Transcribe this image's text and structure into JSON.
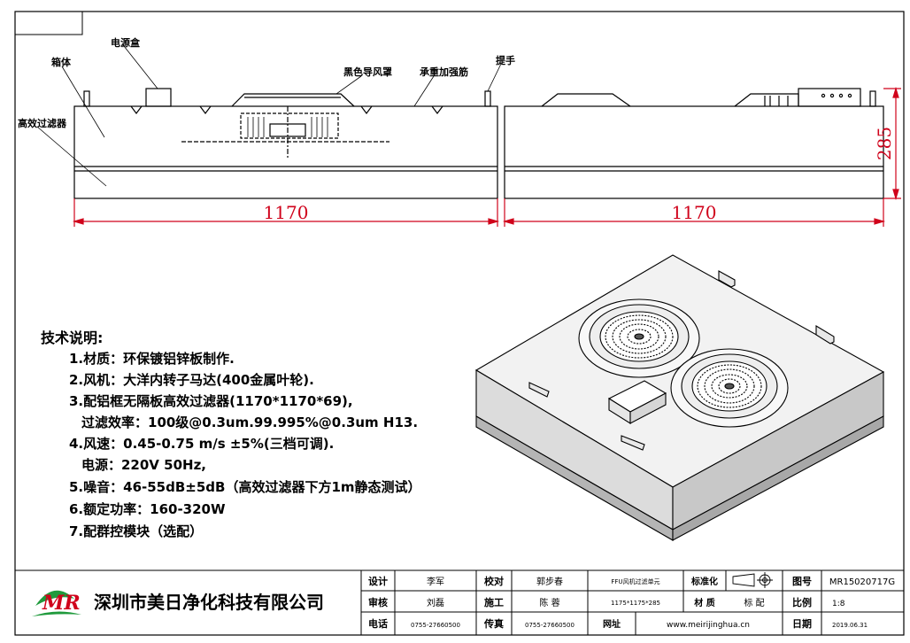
{
  "callouts": {
    "power_box": "电源盒",
    "cabinet": "箱体",
    "black_hood": "黑色导风罩",
    "reinforcement": "承重加强筋",
    "handle": "提手",
    "hepa": "高效过滤器"
  },
  "dimensions": {
    "width_left": "1170",
    "width_right": "1170",
    "height": "285"
  },
  "spec": {
    "heading": "技术说明:",
    "lines": [
      "1.材质：环保镀铝锌板制作.",
      "2.风机：大洋内转子马达(400金属叶轮).",
      "3.配铝框无隔板高效过滤器(1170*1170*69),",
      "过滤效率：100级@0.3um.99.995%@0.3um H13.",
      "4.风速：0.45-0.75 m/s ±5%(三档可调).",
      "电源：220V 50Hz,",
      "5.噪音：46-55dB±5dB（高效过滤器下方1m静态测试）",
      "6.额定功率：160-320W",
      "7.配群控模块（选配）"
    ]
  },
  "title_block": {
    "company": "深圳市美日净化科技有限公司",
    "logo_letters": "MR",
    "design_label": "设计",
    "design_value": "李军",
    "check_label": "校对",
    "check_value": "郭步春",
    "product_name": "FFU风机过滤单元",
    "standard_label": "标准化",
    "drawing_no_label": "图号",
    "drawing_no_value": "MR15020717G",
    "review_label": "审核",
    "review_value": "刘磊",
    "construct_label": "施工",
    "construct_value": "陈 蓉",
    "size_value": "1175*1175*285",
    "material_label": "材 质",
    "material_value": "标 配",
    "scale_label": "比例",
    "scale_value": "1:8",
    "tel_label": "电话",
    "tel_value": "0755-27660500",
    "fax_label": "传真",
    "fax_value": "0755-27660500",
    "web_label": "网址",
    "web_value": "www.meirijinghua.cn",
    "date_label": "日期",
    "date_value": "2019.06.31"
  },
  "colors": {
    "dimension": "#d0021b",
    "logo_green": "#1f9a3c",
    "logo_red": "#d0021b"
  }
}
